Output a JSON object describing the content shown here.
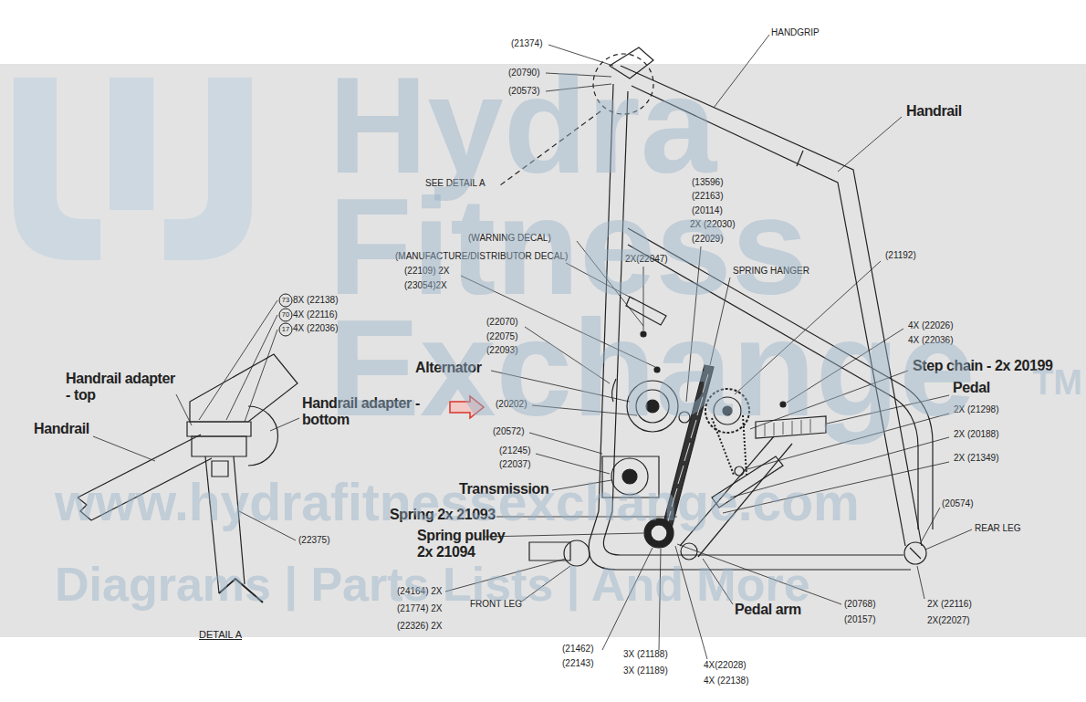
{
  "diagram": {
    "nodes": [
      {
        "text": [
          "73"
        ]
      },
      {
        "text": [
          "70"
        ]
      },
      {
        "text": [
          "17"
        ]
      }
    ],
    "labels": [
      "(21374)",
      "(20790)",
      "(20573)",
      "HANDGRIP",
      "Handrail",
      "SEE DETAIL A",
      "(13596)",
      "(22163)",
      "(20114)",
      "2X (22030)",
      "(22029)",
      "(WARNING DECAL)",
      "(MANUFACTURE/DISTRIBUTOR DECAL)",
      "2X(22047)",
      "SPRING HANGER",
      "(21192)",
      "(22109) 2X",
      "(23054)2X",
      "8X (22138)",
      "4X (22116)",
      "4X (22036)",
      "(22070)",
      "(22075)",
      "(22093)",
      "4X (22026)",
      "4X (22036)",
      "Alternator",
      "Step chain - 2x 20199",
      "Pedal",
      "Handrail adapter - top",
      "Handrail adapter - bottom",
      "Handrail",
      "(20202)",
      "2X (21298)",
      "(20572)",
      "2X (20188)",
      "(21245)",
      "(22037)",
      "2X (21349)",
      "Transmission",
      "Spring 2x 21093",
      "Spring pulley 2x 21094",
      "(20574)",
      "REAR LEG",
      "(22375)",
      "(24164) 2X",
      "FRONT LEG",
      "(21774) 2X",
      "Pedal arm",
      "(20768)",
      "(20157)",
      "2X (22116)",
      "2X(22027)",
      "(22326) 2X",
      "DETAIL A",
      "(21462)",
      "(22143)",
      "3X (21188)",
      "3X (21189)",
      "4X(22028)",
      "4X (22138)",
      "Hydra",
      "Fitness",
      "Exchange",
      "TM",
      "www.hydrafitnessexchange.com",
      "Diagrams | Parts Lists | And More"
    ]
  }
}
